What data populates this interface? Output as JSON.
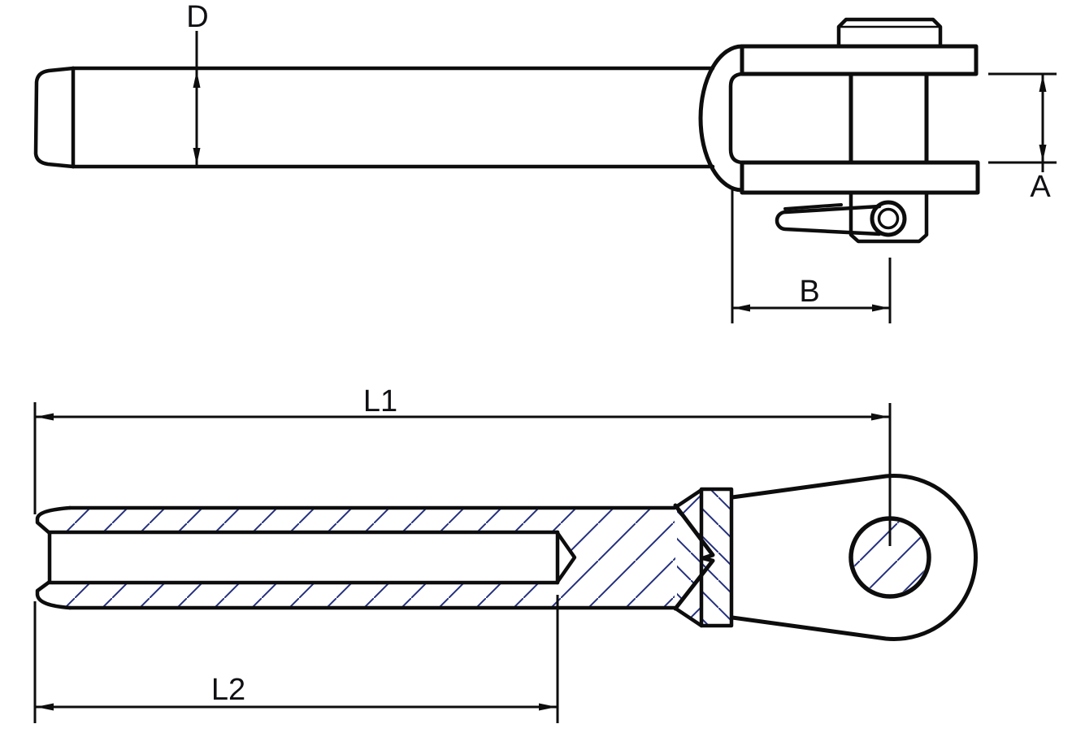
{
  "drawing": {
    "background_color": "#ffffff",
    "outline_color": "#0d0d0d",
    "hatch_color": "#232f7e",
    "label_color": "#101014",
    "dimensions": {
      "shank_diameter": "D",
      "jaw_opening": "A",
      "pin_to_shoulder": "B",
      "overall_length": "L1",
      "bore_length": "L2"
    }
  }
}
